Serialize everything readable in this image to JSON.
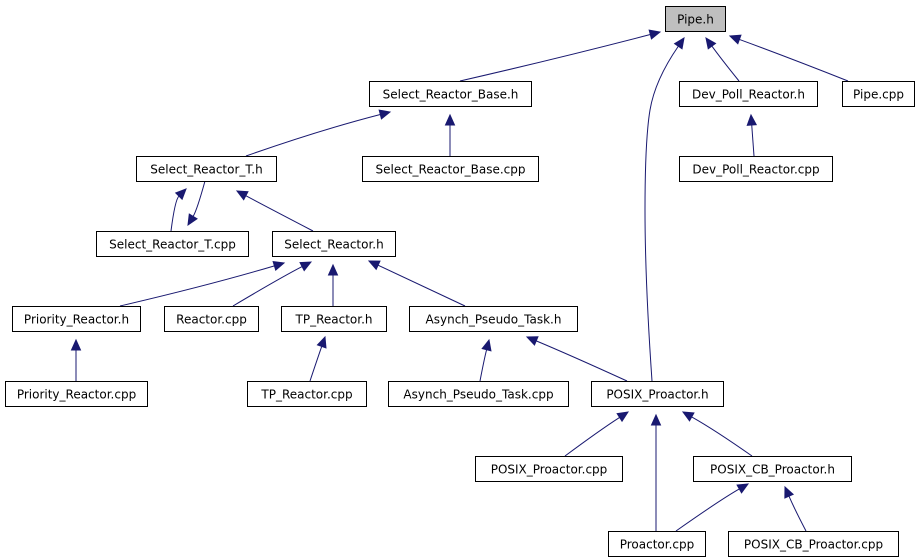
{
  "diagram": {
    "type": "include-dependency-graph",
    "root": "pipe_h",
    "colors": {
      "edge": "#191970",
      "root_fill": "#bfbfbf",
      "node_fill": "#ffffff",
      "node_border": "#000000"
    },
    "nodes": [
      {
        "id": "pipe_h",
        "label": "Pipe.h",
        "root": true
      },
      {
        "id": "select_reactor_base_h",
        "label": "Select_Reactor_Base.h"
      },
      {
        "id": "dev_poll_reactor_h",
        "label": "Dev_Poll_Reactor.h"
      },
      {
        "id": "pipe_cpp",
        "label": "Pipe.cpp"
      },
      {
        "id": "select_reactor_t_h",
        "label": "Select_Reactor_T.h"
      },
      {
        "id": "select_reactor_base_cpp",
        "label": "Select_Reactor_Base.cpp"
      },
      {
        "id": "dev_poll_reactor_cpp",
        "label": "Dev_Poll_Reactor.cpp"
      },
      {
        "id": "select_reactor_t_cpp",
        "label": "Select_Reactor_T.cpp"
      },
      {
        "id": "select_reactor_h",
        "label": "Select_Reactor.h"
      },
      {
        "id": "priority_reactor_h",
        "label": "Priority_Reactor.h"
      },
      {
        "id": "reactor_cpp",
        "label": "Reactor.cpp"
      },
      {
        "id": "tp_reactor_h",
        "label": "TP_Reactor.h"
      },
      {
        "id": "asynch_pseudo_task_h",
        "label": "Asynch_Pseudo_Task.h"
      },
      {
        "id": "priority_reactor_cpp",
        "label": "Priority_Reactor.cpp"
      },
      {
        "id": "tp_reactor_cpp",
        "label": "TP_Reactor.cpp"
      },
      {
        "id": "asynch_pseudo_task_cpp",
        "label": "Asynch_Pseudo_Task.cpp"
      },
      {
        "id": "posix_proactor_h",
        "label": "POSIX_Proactor.h"
      },
      {
        "id": "posix_proactor_cpp",
        "label": "POSIX_Proactor.cpp"
      },
      {
        "id": "posix_cb_proactor_h",
        "label": "POSIX_CB_Proactor.h"
      },
      {
        "id": "proactor_cpp",
        "label": "Proactor.cpp"
      },
      {
        "id": "posix_cb_proactor_cpp",
        "label": "POSIX_CB_Proactor.cpp"
      }
    ],
    "edges": [
      {
        "from": "select_reactor_base_h",
        "to": "pipe_h"
      },
      {
        "from": "posix_proactor_h",
        "to": "pipe_h"
      },
      {
        "from": "dev_poll_reactor_h",
        "to": "pipe_h"
      },
      {
        "from": "pipe_cpp",
        "to": "pipe_h"
      },
      {
        "from": "select_reactor_t_h",
        "to": "select_reactor_base_h"
      },
      {
        "from": "select_reactor_base_cpp",
        "to": "select_reactor_base_h"
      },
      {
        "from": "dev_poll_reactor_cpp",
        "to": "dev_poll_reactor_h"
      },
      {
        "from": "select_reactor_t_cpp",
        "to": "select_reactor_t_h"
      },
      {
        "from": "select_reactor_t_h",
        "to": "select_reactor_t_cpp"
      },
      {
        "from": "select_reactor_h",
        "to": "select_reactor_t_h"
      },
      {
        "from": "priority_reactor_h",
        "to": "select_reactor_h"
      },
      {
        "from": "reactor_cpp",
        "to": "select_reactor_h"
      },
      {
        "from": "tp_reactor_h",
        "to": "select_reactor_h"
      },
      {
        "from": "asynch_pseudo_task_h",
        "to": "select_reactor_h"
      },
      {
        "from": "priority_reactor_cpp",
        "to": "priority_reactor_h"
      },
      {
        "from": "tp_reactor_cpp",
        "to": "tp_reactor_h"
      },
      {
        "from": "asynch_pseudo_task_cpp",
        "to": "asynch_pseudo_task_h"
      },
      {
        "from": "posix_proactor_h",
        "to": "asynch_pseudo_task_h"
      },
      {
        "from": "posix_proactor_cpp",
        "to": "posix_proactor_h"
      },
      {
        "from": "proactor_cpp",
        "to": "posix_proactor_h"
      },
      {
        "from": "posix_cb_proactor_h",
        "to": "posix_proactor_h"
      },
      {
        "from": "proactor_cpp",
        "to": "posix_cb_proactor_h"
      },
      {
        "from": "posix_cb_proactor_cpp",
        "to": "posix_cb_proactor_h"
      }
    ]
  }
}
